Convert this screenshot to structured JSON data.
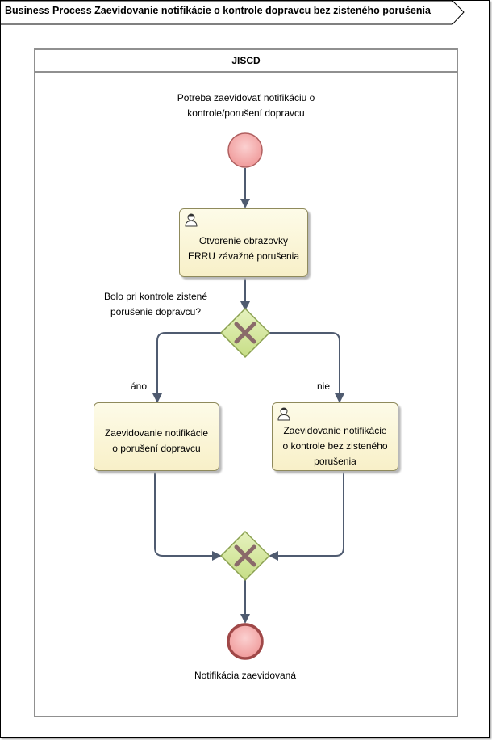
{
  "diagram_title": "Business Process Zaevidovanie notifikácie o kontrole dopravcu bez zisteného porušenia",
  "pool": {
    "name": "JISCD"
  },
  "start_event": {
    "label_line1": "Potreba zaevidovať notifikáciu o",
    "label_line2": "kontrole/porušení dopravcu"
  },
  "task_open": {
    "line1": "Otvorenie obrazovky",
    "line2": "ERRU závažné porušenia",
    "icon": "user-icon"
  },
  "gateway_decision": {
    "question_line1": "Bolo pri kontrole zistené",
    "question_line2": "porušenie dopravcu?",
    "icon": "exclusive-gateway-x"
  },
  "flow_yes": {
    "label": "áno"
  },
  "flow_no": {
    "label": "nie"
  },
  "task_violation": {
    "line1": "Zaevidovanie notifikácie",
    "line2": "o porušení dopravcu"
  },
  "task_no_violation": {
    "line1": "Zaevidovanie notifikácie",
    "line2": "o kontrole bez zisteného",
    "line3": "porušenia",
    "icon": "user-icon"
  },
  "gateway_merge": {
    "icon": "exclusive-gateway-x"
  },
  "end_event": {
    "label": "Notifikácia zaevidovaná"
  },
  "colors": {
    "start_fill": "#f5b5b5",
    "end_fill": "#f5b5b5",
    "event_stroke": "#b05050",
    "task_fill": "#f8f0c8",
    "gateway_fill": "#d6e8a4",
    "gateway_x": "#8a6a6a",
    "flow": "#4f5b70"
  }
}
